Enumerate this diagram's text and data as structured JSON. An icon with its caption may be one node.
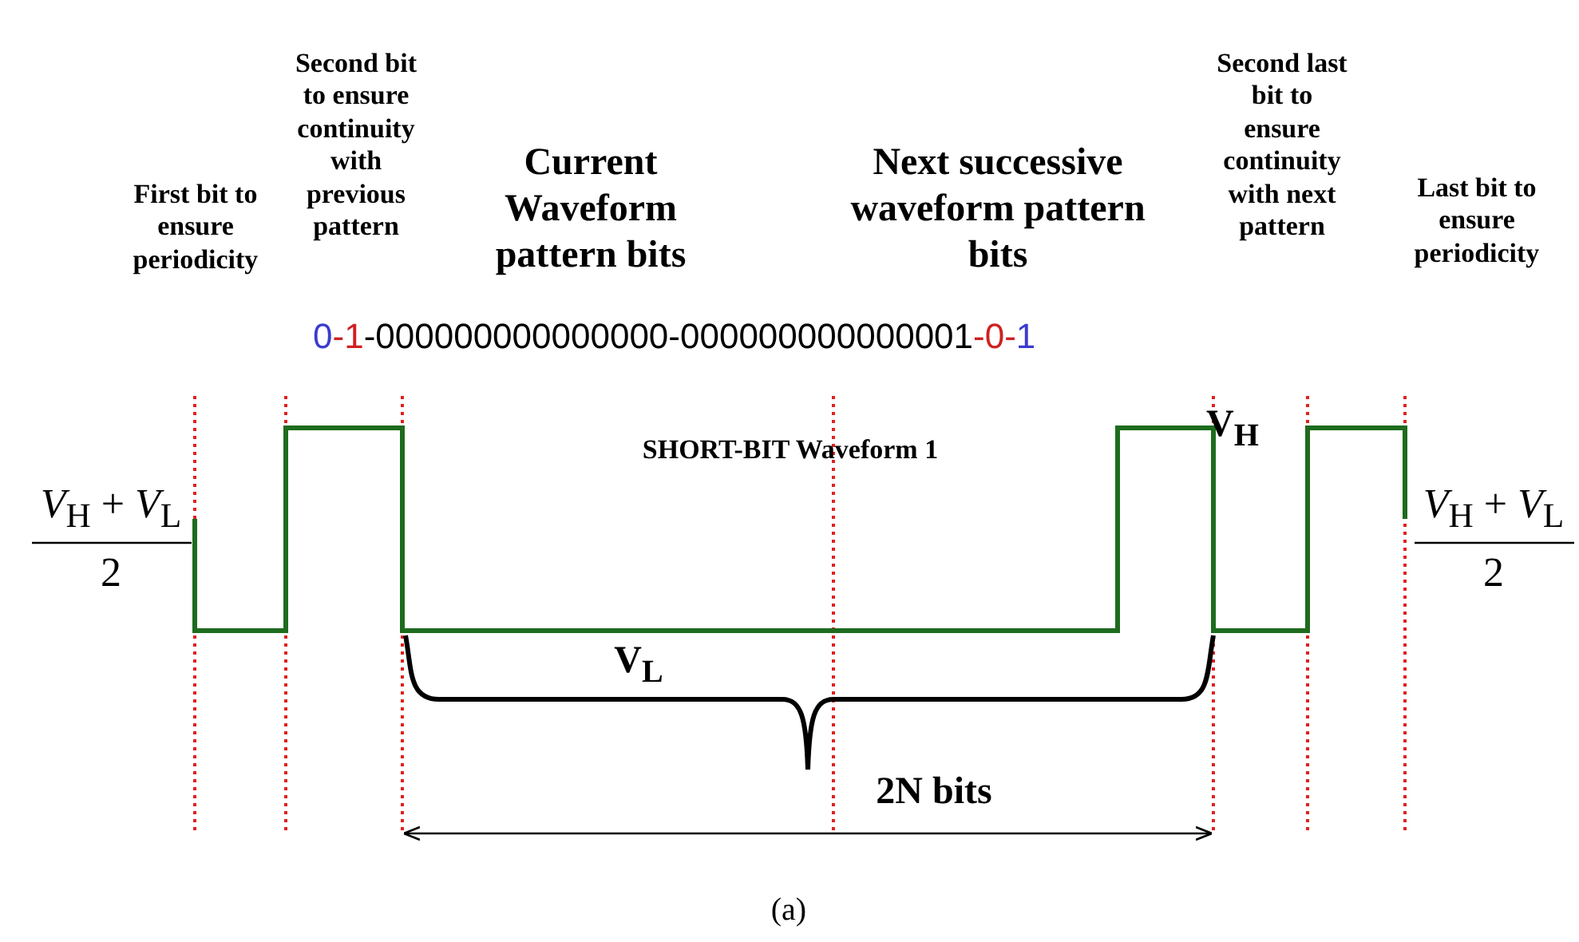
{
  "diagram": {
    "caption": "(a)",
    "labels": [
      "First bit to ensure periodicity",
      "Second bit to ensure continuity with previous pattern",
      "Current Waveform pattern bits",
      "Next successive waveform pattern bits",
      "Second last bit to ensure continuity with next pattern",
      "Last bit to ensure periodicity",
      "0",
      "-1",
      "-000000000000000-000000000000001",
      "-0-",
      "1",
      "SHORT-BIT Waveform 1",
      "V$_{H}$",
      "*V*$_{H}$ + *V*$_{L}$",
      "2",
      "*V*$_{H}$ + *V*$_{L}$",
      "2",
      "V$_{L}$",
      "2N bits"
    ]
  }
}
